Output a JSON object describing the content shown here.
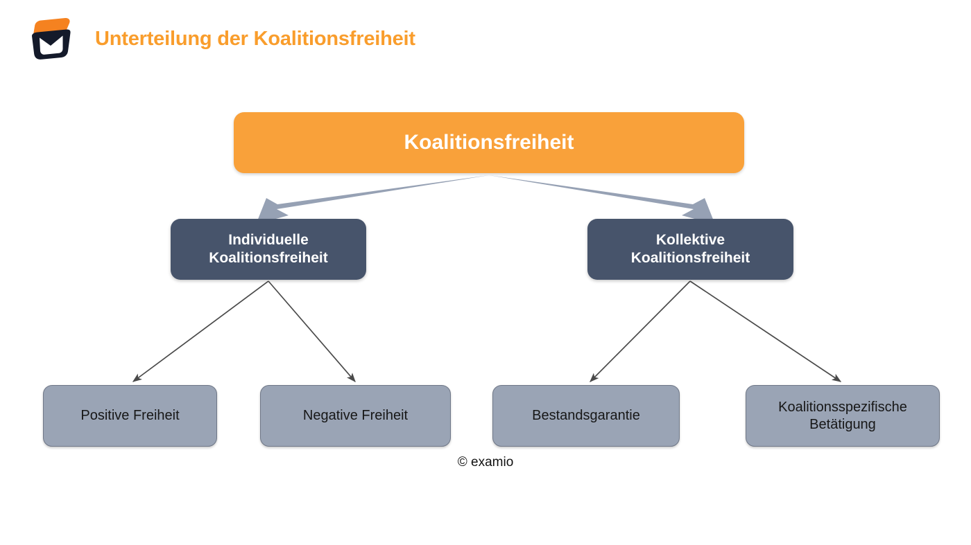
{
  "header": {
    "title": "Unterteilung der Koalitionsfreiheit",
    "logo_name": "examio-logo"
  },
  "diagram": {
    "type": "tree",
    "root": {
      "id": "koalitionsfreiheit",
      "label": "Koalitionsfreiheit",
      "color": "#F9A13A",
      "text_color": "#FFFFFF"
    },
    "level2": [
      {
        "id": "individuelle-koalitionsfreiheit",
        "label": "Individuelle\nKoalitionsfreiheit",
        "color": "#47546B",
        "text_color": "#FFFFFF"
      },
      {
        "id": "kollektive-koalitionsfreiheit",
        "label": "Kollektive\nKoalitionsfreiheit",
        "color": "#47546B",
        "text_color": "#FFFFFF"
      }
    ],
    "level3": [
      {
        "id": "positive-freiheit",
        "label": "Positive Freiheit",
        "parent": "individuelle-koalitionsfreiheit",
        "color": "#9AA4B5",
        "text_color": "#171717"
      },
      {
        "id": "negative-freiheit",
        "label": "Negative Freiheit",
        "parent": "individuelle-koalitionsfreiheit",
        "color": "#9AA4B5",
        "text_color": "#171717"
      },
      {
        "id": "bestandsgarantie",
        "label": "Bestandsgarantie",
        "parent": "kollektive-koalitionsfreiheit",
        "color": "#9AA4B5",
        "text_color": "#171717"
      },
      {
        "id": "koalitionsspezifische-betaetigung",
        "label": "Koalitionsspezifische\nBetätigung",
        "parent": "kollektive-koalitionsfreiheit",
        "color": "#9AA4B5",
        "text_color": "#171717"
      }
    ],
    "connectors": {
      "thick_arrow_color": "#96A1B4",
      "thin_arrow_color": "#4A4A4A"
    }
  },
  "footer": {
    "copyright": "© examio"
  },
  "colors": {
    "background": "#FFFFFF",
    "accent_orange": "#F9A13A",
    "title_orange": "#F99D2C",
    "slate_dark": "#47546B",
    "slate_light": "#9AA4B5",
    "logo_navy": "#141A2A"
  }
}
